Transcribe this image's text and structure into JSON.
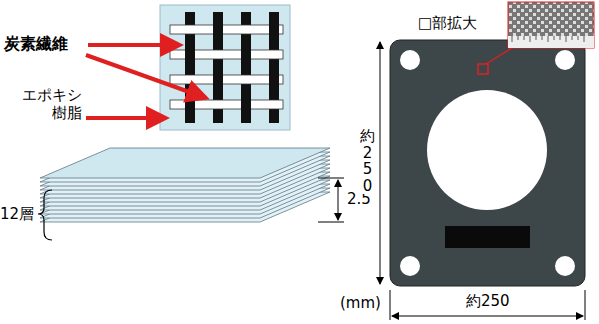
{
  "diagram": {
    "labels": [
      "炭素繊維",
      "エポキシ 樹脂",
      "12層",
      "2.5",
      "□部拡大",
      "約250",
      "(mm)",
      "約250"
    ]
  }
}
